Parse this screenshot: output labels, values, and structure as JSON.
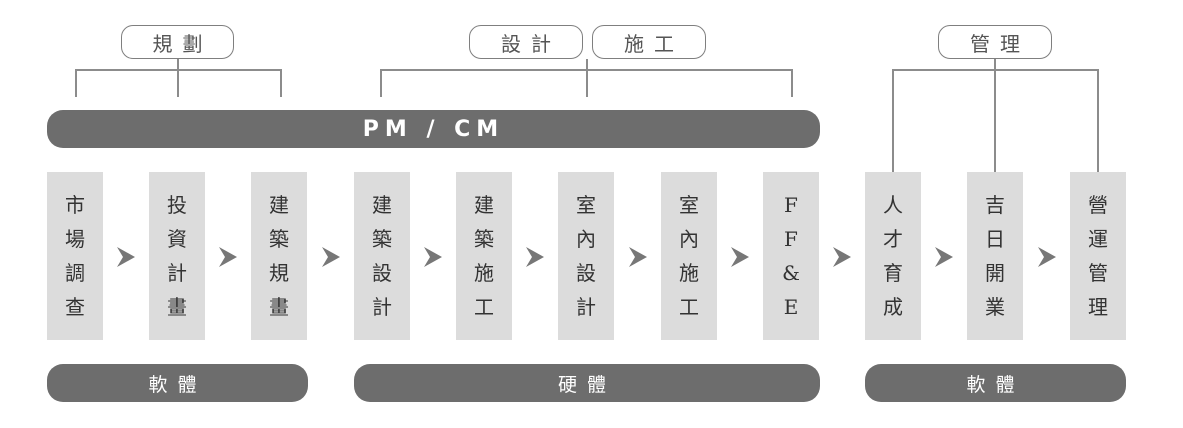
{
  "top_groups": [
    {
      "id": "planning",
      "label": "規劃"
    },
    {
      "id": "design",
      "label": "設計"
    },
    {
      "id": "construction",
      "label": "施工"
    },
    {
      "id": "management",
      "label": "管理"
    }
  ],
  "pm_bar": {
    "label": "PM / CM"
  },
  "steps": [
    {
      "chars": [
        "市",
        "場",
        "調",
        "查"
      ]
    },
    {
      "chars": [
        "投",
        "資",
        "計",
        "畫"
      ]
    },
    {
      "chars": [
        "建",
        "築",
        "規",
        "畫"
      ]
    },
    {
      "chars": [
        "建",
        "築",
        "設",
        "計"
      ]
    },
    {
      "chars": [
        "建",
        "築",
        "施",
        "工"
      ]
    },
    {
      "chars": [
        "室",
        "內",
        "設",
        "計"
      ]
    },
    {
      "chars": [
        "室",
        "內",
        "施",
        "工"
      ]
    },
    {
      "chars": [
        "F",
        "F",
        "&",
        "E"
      ]
    },
    {
      "chars": [
        "人",
        "才",
        "育",
        "成"
      ]
    },
    {
      "chars": [
        "吉",
        "日",
        "開",
        "業"
      ]
    },
    {
      "chars": [
        "營",
        "運",
        "管",
        "理"
      ]
    }
  ],
  "bottom_bars": [
    {
      "label": "軟體"
    },
    {
      "label": "硬體"
    },
    {
      "label": "軟體"
    }
  ],
  "colors": {
    "bar": "#6d6d6d",
    "step_bg": "#dcdcdc",
    "arrow": "#777777",
    "line": "#8c8c8c"
  }
}
